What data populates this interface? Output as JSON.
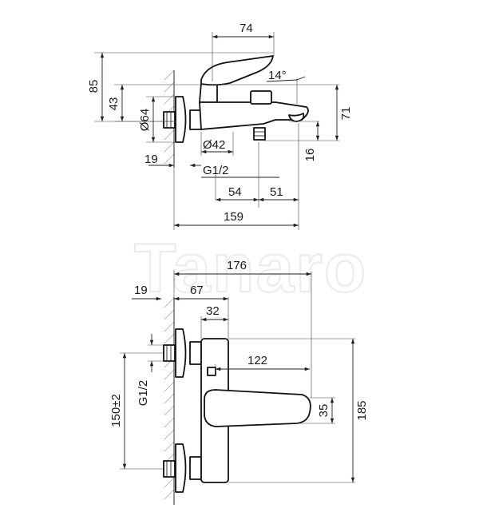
{
  "watermark": {
    "brand": "Tanaro"
  },
  "top_view": {
    "labels": {
      "width_top": "74",
      "height_total": "85",
      "height_upper": "43",
      "dia_flange": "Ø64",
      "angle": "14°",
      "spout_height": "71",
      "dia_body": "Ø42",
      "wall_offset": "19",
      "thread": "G1/2",
      "outlet_gap": "16",
      "dist_left": "54",
      "dist_right": "51",
      "total_depth": "159"
    }
  },
  "bottom_view": {
    "labels": {
      "total_depth": "176",
      "wall_offset": "19",
      "body_offset": "67",
      "handle_offset": "32",
      "lever_length": "122",
      "height_total": "185",
      "lever_height": "35",
      "spacing": "150±2",
      "thread": "G1/2"
    }
  }
}
